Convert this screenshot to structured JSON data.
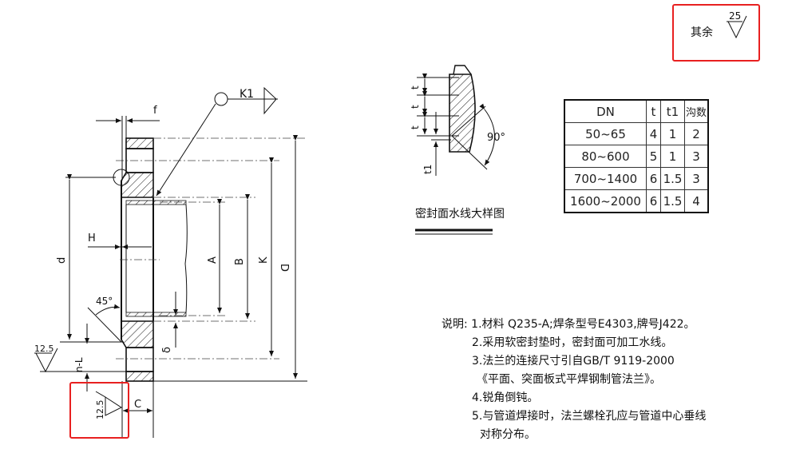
{
  "remaining_roughness": {
    "label": "其余",
    "value": "25"
  },
  "flange_drawing": {
    "k1_label": "K1",
    "f_label": "f",
    "H_label": "H",
    "d_label": "d",
    "A_label": "A",
    "B_label": "B",
    "K_label": "K",
    "D_label": "D",
    "angle_label": "45°",
    "delta_label": "δ",
    "nL_label": "n-L",
    "C_label": "C",
    "roughness_left": "12.5",
    "roughness_bottom": "12.5"
  },
  "detail": {
    "t_labels": [
      "t",
      "t",
      "t"
    ],
    "t1_label": "t1",
    "angle_label": "90°",
    "title": "密封面水线大样图"
  },
  "table": {
    "headers": [
      "DN",
      "t",
      "t1",
      "沟数"
    ],
    "rows": [
      [
        "50~65",
        "4",
        "1",
        "2"
      ],
      [
        "80~600",
        "5",
        "1",
        "3"
      ],
      [
        "700~1400",
        "6",
        "1.5",
        "3"
      ],
      [
        "1600~2000",
        "6",
        "1.5",
        "4"
      ]
    ]
  },
  "notes": {
    "prefix": "说明:",
    "items": [
      "1.材料 Q235-A;焊条型号E4303,牌号J422。",
      "2.采用软密封垫时，密封面可加工水线。",
      "3.法兰的连接尺寸引自GB/T 9119-2000",
      "《平面、突面板式平焊钢制管法兰》。",
      "4.锐角倒钝。",
      "5.与管道焊接时，法兰螺栓孔应与管道中心垂线",
      "对称分布。"
    ]
  },
  "colors": {
    "highlight": "#e82020"
  }
}
